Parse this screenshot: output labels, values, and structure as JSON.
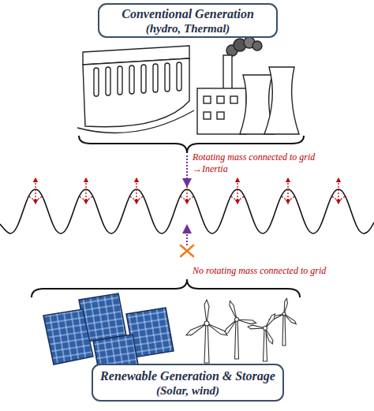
{
  "diagram": {
    "nodes": [
      {
        "text": [
          "Conventional Generation",
          "(hydro, Thermal)"
        ]
      },
      {
        "text": [
          "Renewable Generation & Storage",
          "(Solar, wind)"
        ]
      }
    ],
    "labels": [
      "Rotating mass connected to grid",
      "→Inertia",
      "No rotating mass connected to grid"
    ]
  }
}
